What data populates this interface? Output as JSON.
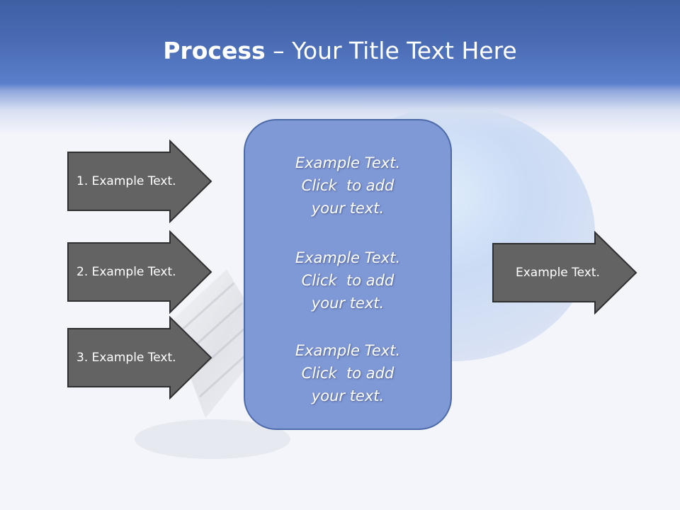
{
  "title": {
    "bold": "Process",
    "rest": " – Your Title Text Here"
  },
  "left_arrows": [
    {
      "label": "1. Example Text."
    },
    {
      "label": "2. Example Text."
    },
    {
      "label": "3. Example Text."
    }
  ],
  "center_blocks": [
    {
      "lines": [
        "Example Text.",
        "Click  to add",
        "your text."
      ]
    },
    {
      "lines": [
        "Example Text.",
        "Click  to add",
        "your text."
      ]
    },
    {
      "lines": [
        "Example Text.",
        "Click  to add",
        "your text."
      ]
    }
  ],
  "right_arrow": {
    "label": "Example Text."
  },
  "colors": {
    "header": "#4a6cb4",
    "arrow_fill": "#636363",
    "arrow_border": "#2f2f2f",
    "box_fill": "#7f98d6",
    "box_border": "#4d6aa8",
    "text": "#ffffff"
  }
}
